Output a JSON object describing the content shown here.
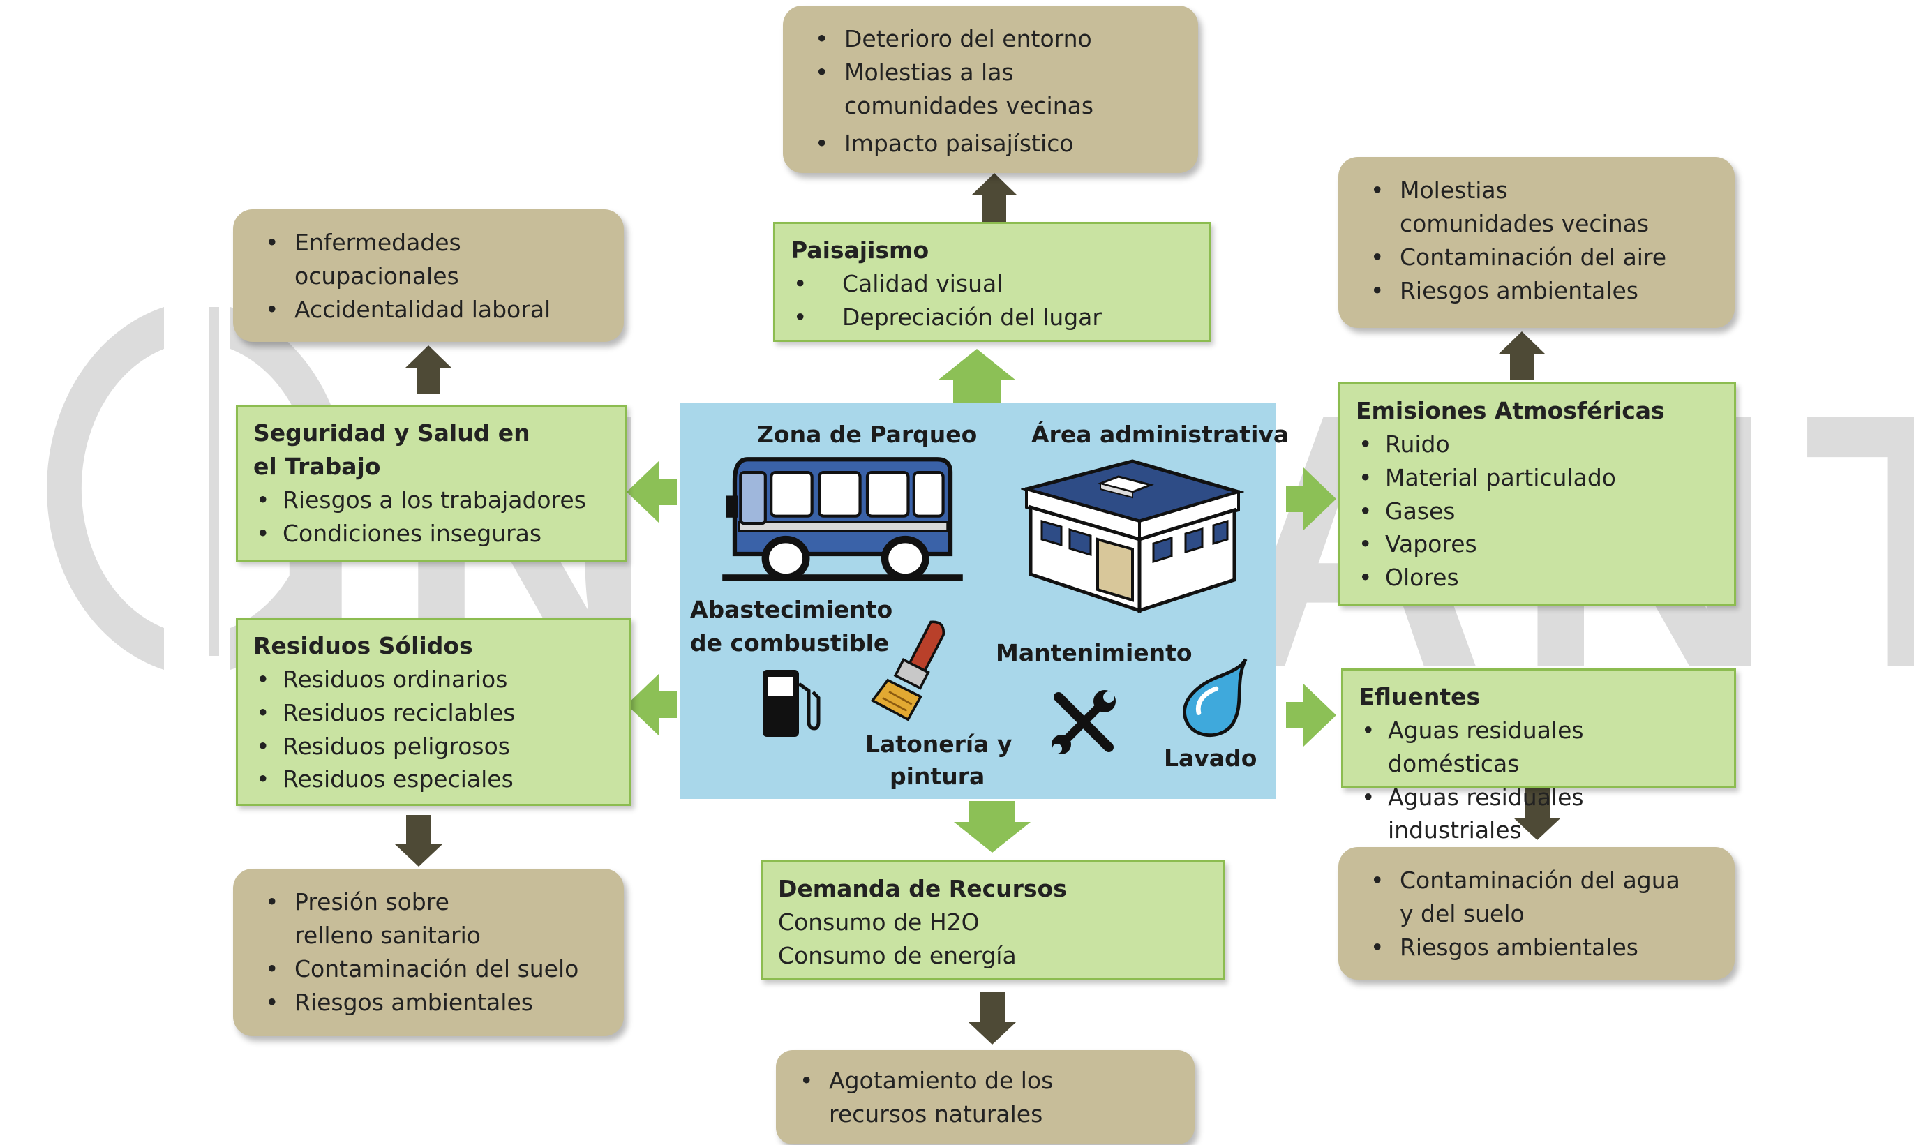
{
  "watermark": {
    "text": "INTRANT"
  },
  "center": {
    "parqueo": "Zona de Parqueo",
    "administrativa": "Área administrativa",
    "combustible_1": "Abastecimiento",
    "combustible_2": "de combustible",
    "mantenimiento": "Mantenimiento",
    "latoneria_1": "Latonería y",
    "latoneria_2": "pintura",
    "lavado": "Lavado"
  },
  "paisajismo": {
    "title": "Paisajismo",
    "items": [
      "Calidad visual",
      "Depreciación del lugar"
    ],
    "impacts": [
      "Deterioro del entorno",
      "Molestias a las comunidades vecinas",
      "Impacto paisajístico"
    ]
  },
  "seguridad": {
    "title": "Seguridad y Salud en el Trabajo",
    "items": [
      "Riesgos a los trabajadores",
      "Condiciones inseguras"
    ],
    "impacts": [
      "Enfermedades ocupacionales",
      "Accidentalidad laboral"
    ]
  },
  "emisiones": {
    "title": "Emisiones Atmosféricas",
    "items": [
      "Ruido",
      "Material particulado",
      "Gases",
      "Vapores",
      "Olores"
    ],
    "impacts": [
      "Molestias comunidades vecinas",
      "Contaminación del aire",
      "Riesgos ambientales"
    ]
  },
  "residuos": {
    "title": "Residuos Sólidos",
    "items": [
      "Residuos ordinarios",
      "Residuos reciclables",
      "Residuos peligrosos",
      "Residuos especiales"
    ],
    "impacts": [
      "Presión sobre relleno sanitario",
      "Contaminación del suelo",
      "Riesgos ambientales"
    ]
  },
  "efluentes": {
    "title": "Efluentes",
    "items": [
      "Aguas residuales domésticas",
      "Aguas residuales industriales"
    ],
    "impacts": [
      "Contaminación del agua y del suelo",
      "Riesgos ambientales"
    ]
  },
  "demanda": {
    "title": "Demanda de Recursos",
    "lines": [
      "Consumo de H2O",
      "Consumo de energía"
    ],
    "impacts": [
      "Agotamiento de los recursos naturales"
    ]
  },
  "colors": {
    "green_fill": "#c9e3a2",
    "green_border": "#8cbc50",
    "tan_fill": "#c7bd99",
    "center_fill": "#a9d7ea",
    "green_arrow": "#8cc056",
    "dark_arrow": "#4e4a36"
  }
}
